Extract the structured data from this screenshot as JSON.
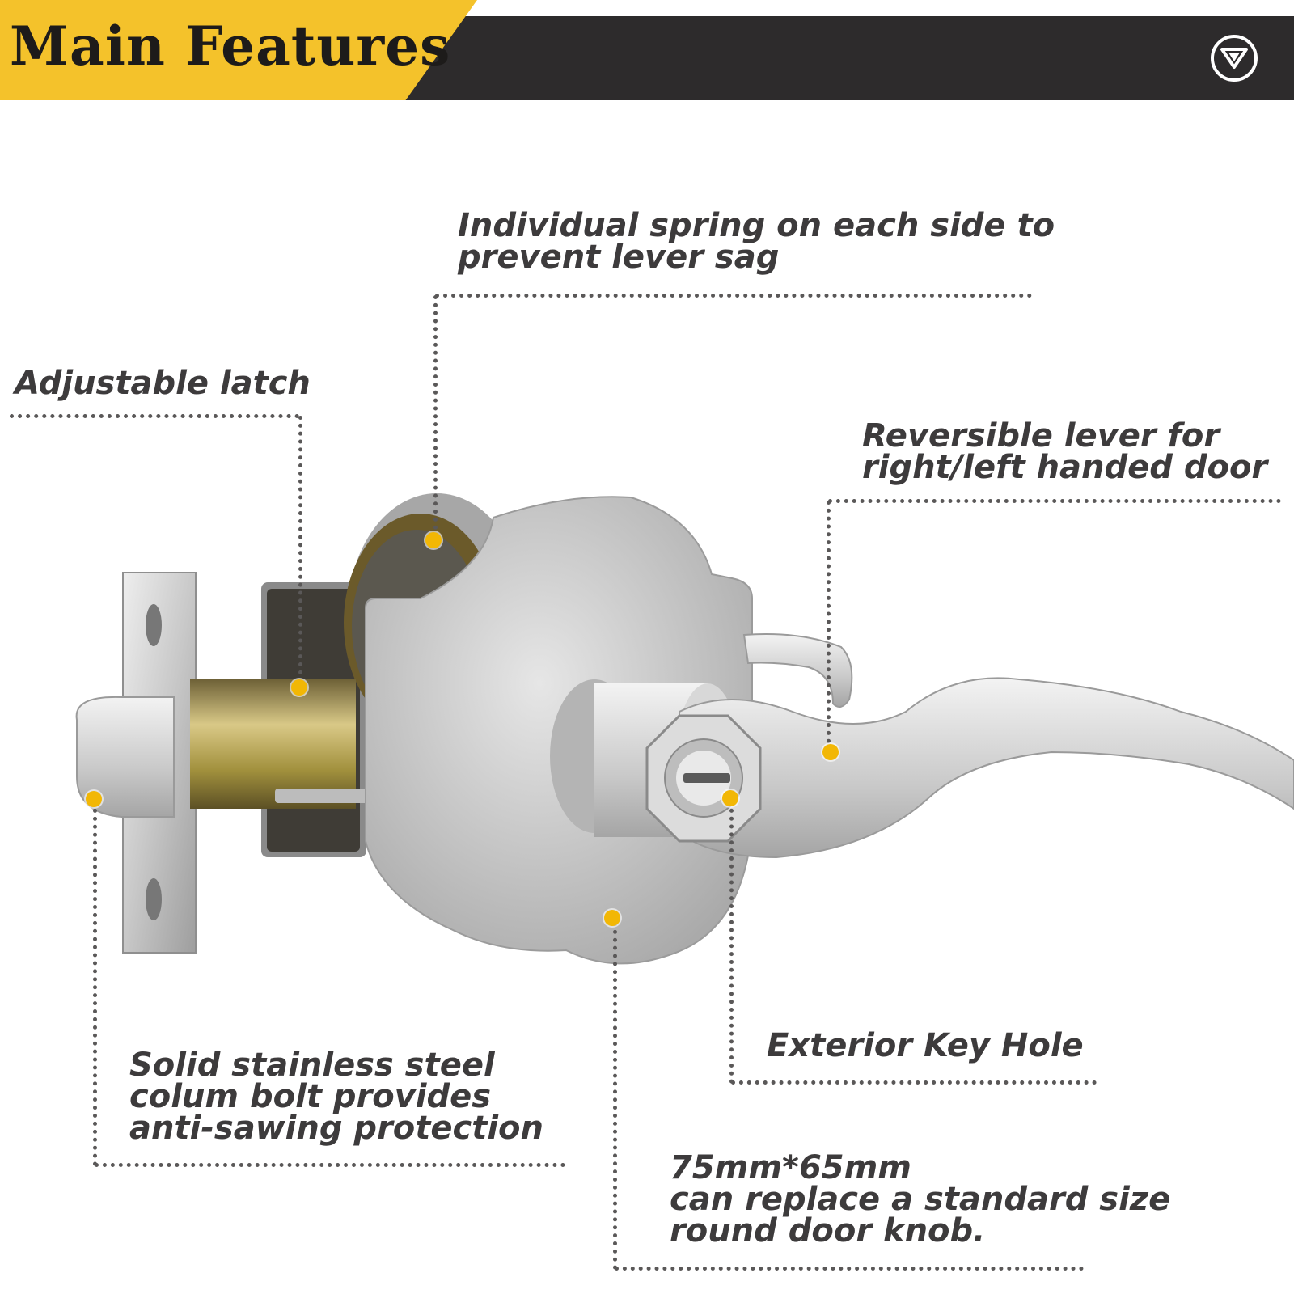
{
  "header": {
    "title": "Main Features",
    "accent_color": "#f4c22b",
    "bar_color": "#2d2b2c",
    "chevron_icon": "chevron-down-circle-icon"
  },
  "features": {
    "spring": {
      "line1": "Individual spring on each side to",
      "line2": "prevent lever sag"
    },
    "latch": {
      "line1": "Adjustable latch"
    },
    "reversible": {
      "line1": "Reversible lever for",
      "line2": "right/left handed door"
    },
    "key_hole": {
      "line1": "Exterior Key Hole"
    },
    "bolt": {
      "line1": "Solid stainless steel",
      "line2": "colum bolt provides",
      "line3": "anti-sawing protection"
    },
    "size": {
      "line1": "75mm*65mm",
      "line2": "can replace a standard size",
      "line3": "round door knob."
    }
  },
  "dot_color": "#f2b705"
}
